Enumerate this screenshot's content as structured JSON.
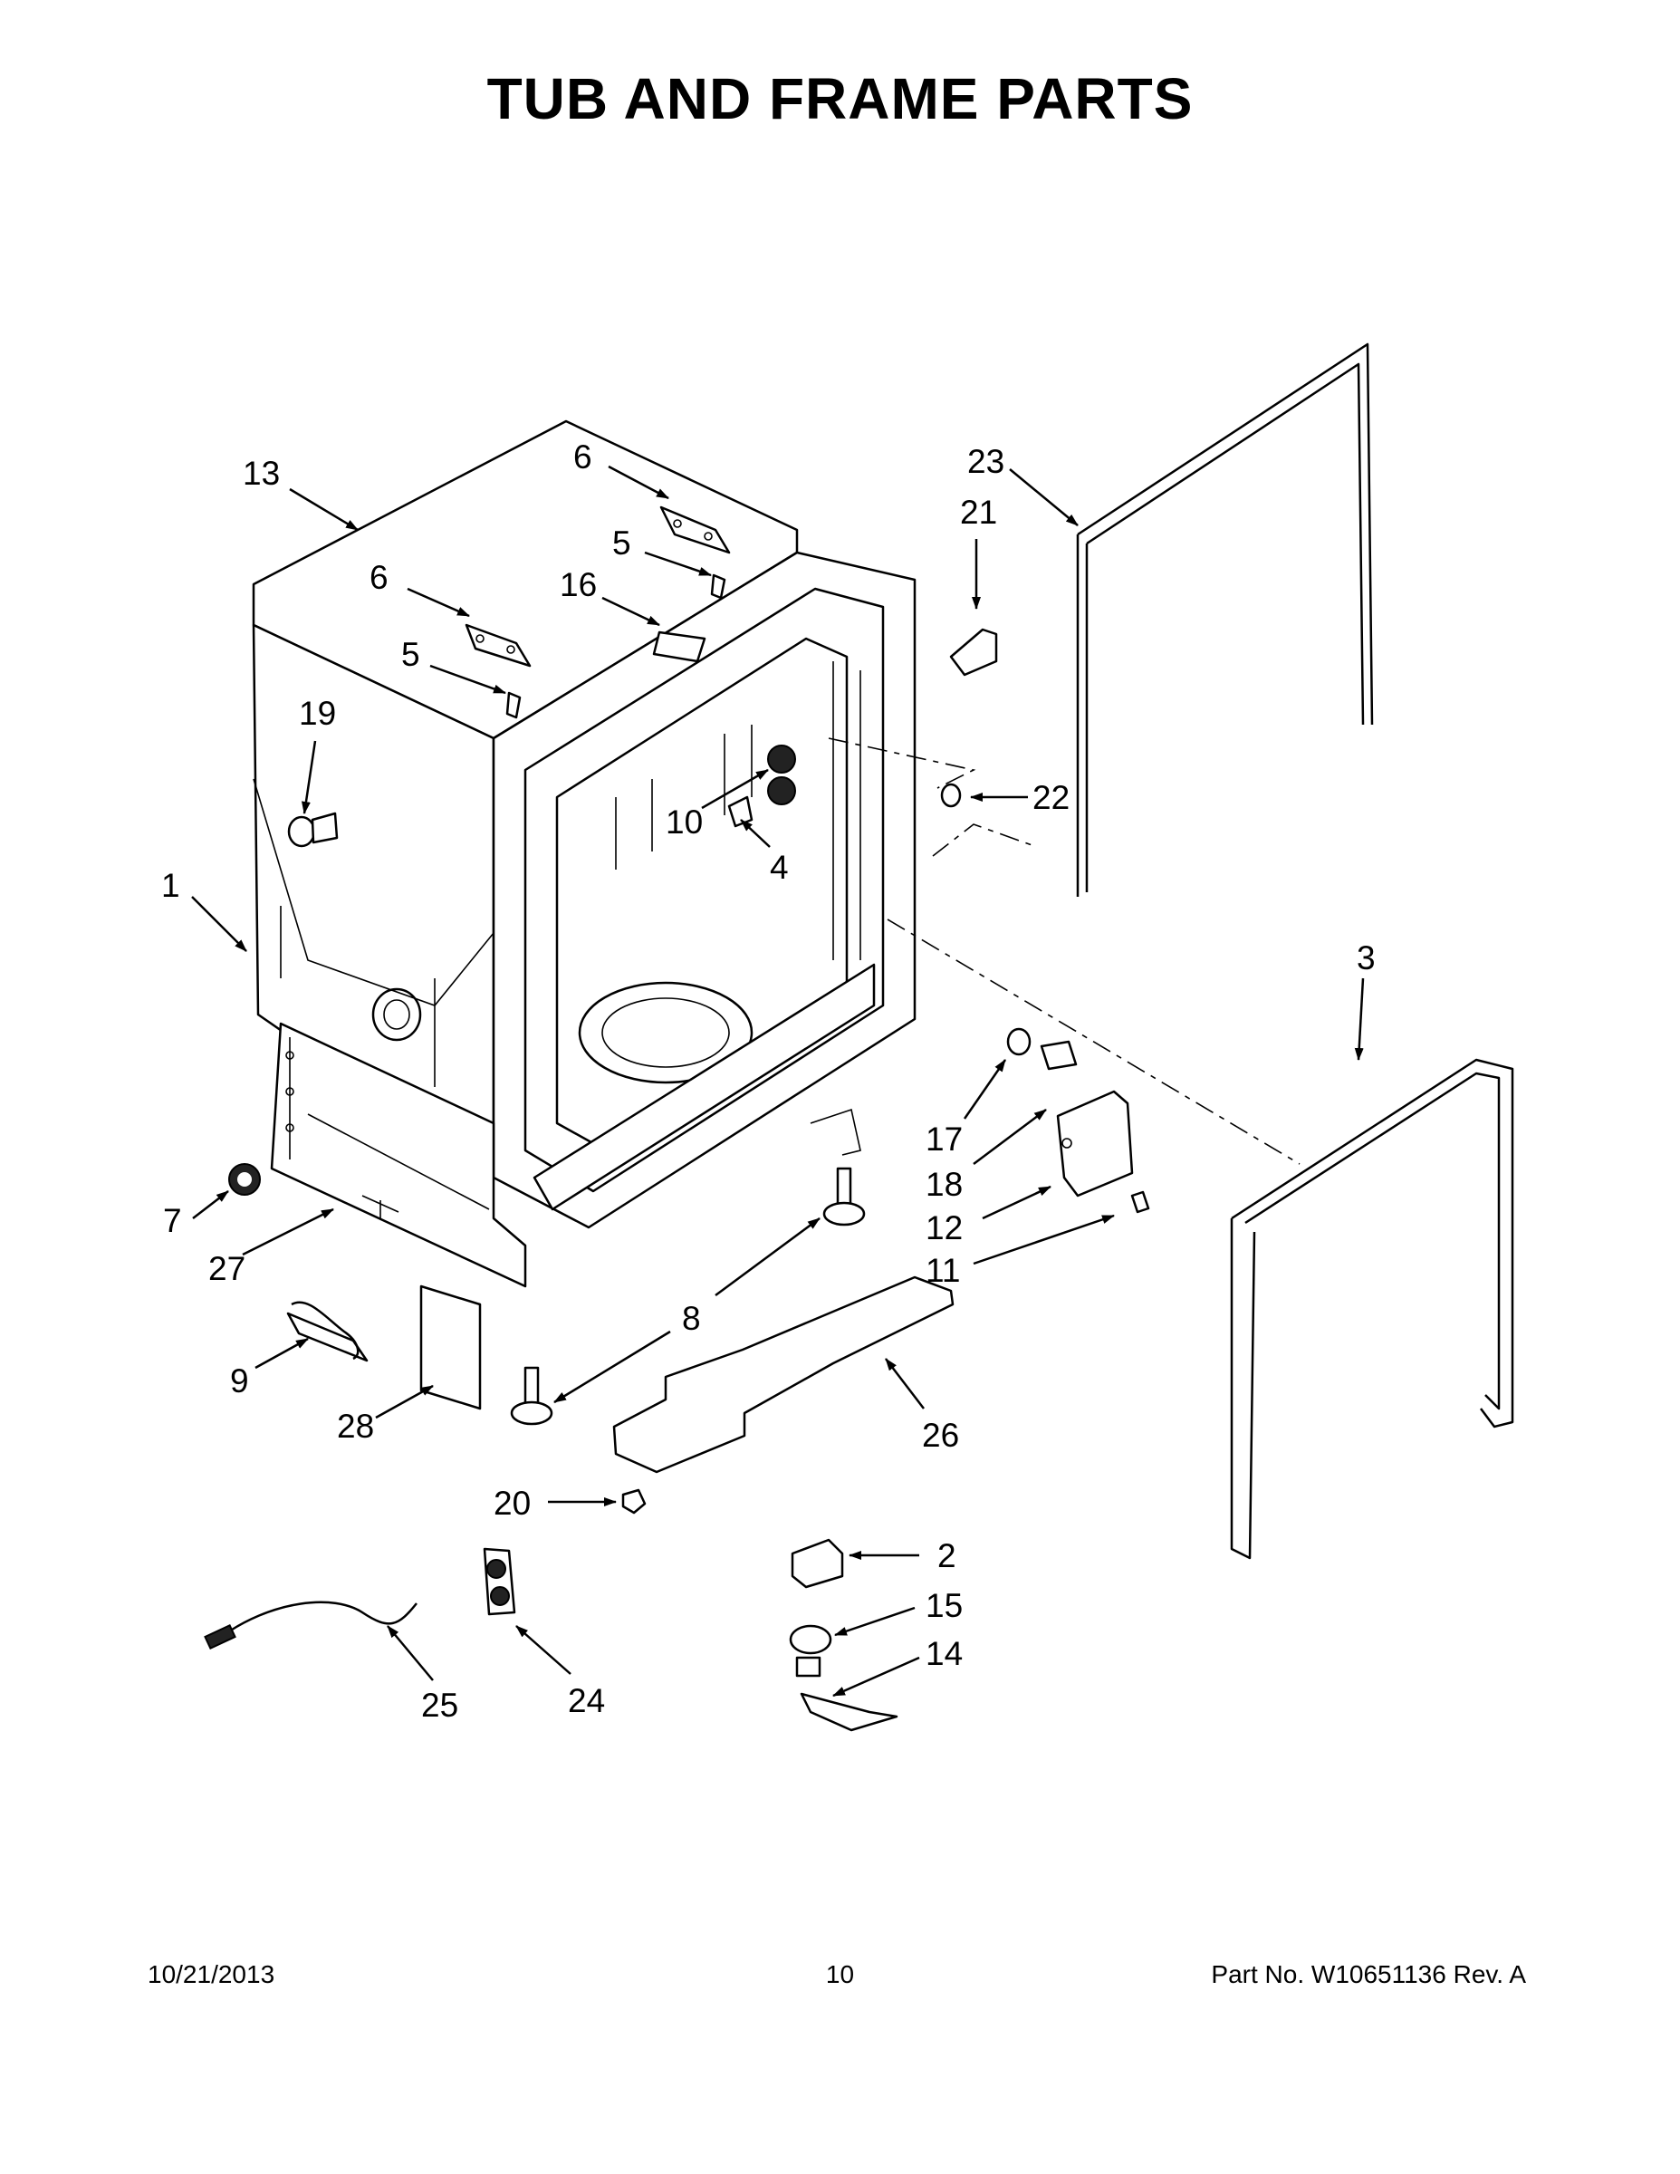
{
  "title": "TUB AND FRAME PARTS",
  "callouts": [
    {
      "id": "c13",
      "label": "13"
    },
    {
      "id": "c6a",
      "label": "6"
    },
    {
      "id": "c5a",
      "label": "5"
    },
    {
      "id": "c16",
      "label": "16"
    },
    {
      "id": "c6b",
      "label": "6"
    },
    {
      "id": "c5b",
      "label": "5"
    },
    {
      "id": "c19",
      "label": "19"
    },
    {
      "id": "c1",
      "label": "1"
    },
    {
      "id": "c23",
      "label": "23"
    },
    {
      "id": "c21",
      "label": "21"
    },
    {
      "id": "c22",
      "label": "22"
    },
    {
      "id": "c10",
      "label": "10"
    },
    {
      "id": "c4",
      "label": "4"
    },
    {
      "id": "c3",
      "label": "3"
    },
    {
      "id": "c17",
      "label": "17"
    },
    {
      "id": "c18",
      "label": "18"
    },
    {
      "id": "c12",
      "label": "12"
    },
    {
      "id": "c11",
      "label": "11"
    },
    {
      "id": "c7",
      "label": "7"
    },
    {
      "id": "c27",
      "label": "27"
    },
    {
      "id": "c8",
      "label": "8"
    },
    {
      "id": "c9",
      "label": "9"
    },
    {
      "id": "c28",
      "label": "28"
    },
    {
      "id": "c26",
      "label": "26"
    },
    {
      "id": "c20",
      "label": "20"
    },
    {
      "id": "c2",
      "label": "2"
    },
    {
      "id": "c15",
      "label": "15"
    },
    {
      "id": "c14",
      "label": "14"
    },
    {
      "id": "c25",
      "label": "25"
    },
    {
      "id": "c24",
      "label": "24"
    }
  ],
  "footer": {
    "date": "10/21/2013",
    "page_number": "10",
    "part_number": "Part No.  W10651136  Rev.  A"
  }
}
